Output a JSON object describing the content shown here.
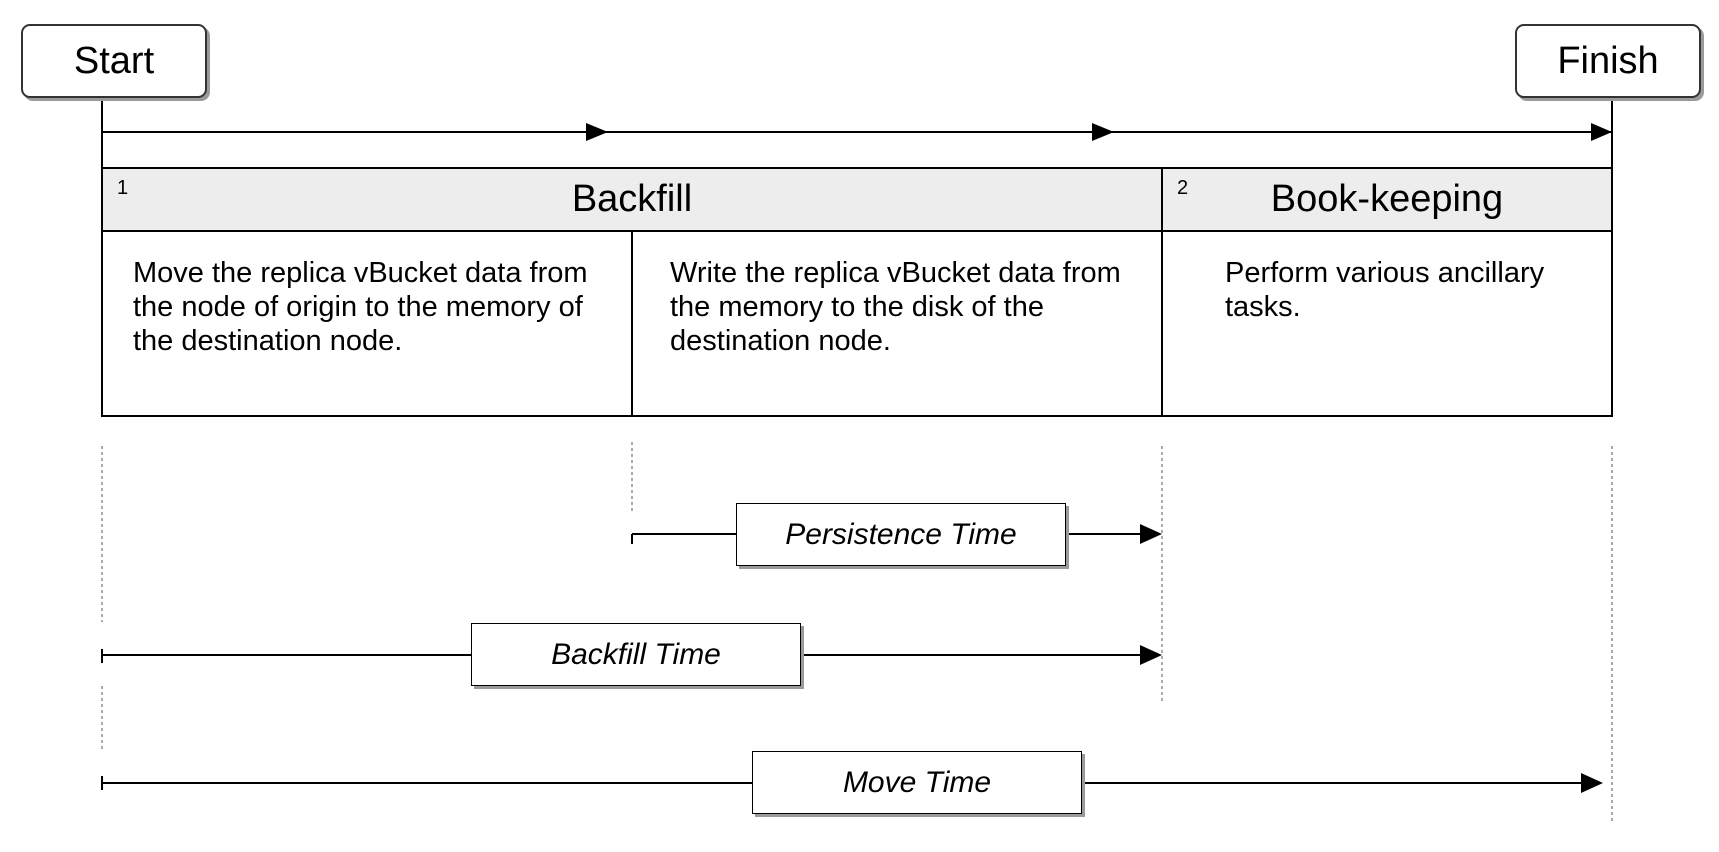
{
  "endpoints": {
    "start": "Start",
    "finish": "Finish"
  },
  "phases": [
    {
      "number": "1",
      "title": "Backfill"
    },
    {
      "number": "2",
      "title": "Book-keeping"
    }
  ],
  "steps": [
    {
      "text": "Move the replica vBucket data from the node of origin to the memory of the destination node."
    },
    {
      "text": "Write the replica vBucket data from the memory to the disk of the destination node."
    },
    {
      "text": "Perform various ancillary tasks."
    }
  ],
  "durations": [
    {
      "label": "Persistence Time"
    },
    {
      "label": "Backfill Time"
    },
    {
      "label": "Move Time"
    }
  ]
}
